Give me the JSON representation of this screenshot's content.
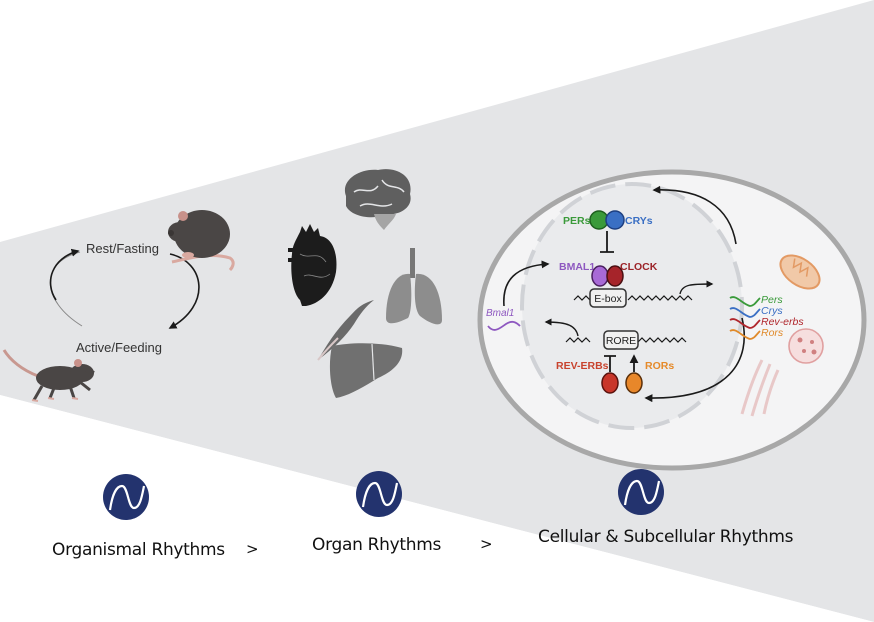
{
  "colors": {
    "cone_fill": "#e4e5e7",
    "badge_navy": "#23336e",
    "pers_green": "#3a9a3a",
    "crys_blue": "#3a6fc4",
    "bmal1_purple": "#8e58c0",
    "clock_red": "#9c2328",
    "reverbs_red": "#c8432e",
    "rors_orange": "#e58a2a",
    "mouse_gray": "#4a4645",
    "mouse_pink": "#d9a9a0"
  },
  "organismal": {
    "rest_label": "Rest/Fasting",
    "active_label": "Active/Feeding"
  },
  "organs": [
    "brain",
    "heart",
    "lungs",
    "muscle",
    "liver"
  ],
  "cell": {
    "pers_label": "PERs",
    "crys_label": "CRYs",
    "bmal1_label": "BMAL1",
    "clock_label": "CLOCK",
    "ebox_label": "E-box",
    "rore_label": "RORE",
    "reverbs_label": "REV-ERBs",
    "rors_label": "RORs",
    "bmal1_mrna_label": "Bmal1",
    "transcripts": [
      {
        "label": "Pers",
        "color": "#3a9a3a"
      },
      {
        "label": "Crys",
        "color": "#3a6fc4"
      },
      {
        "label": "Rev-erbs",
        "color": "#b0262c"
      },
      {
        "label": "Rors",
        "color": "#e08a2a"
      }
    ]
  },
  "scales": [
    {
      "label": "Organismal Rhythms",
      "icon": "wave-badge-icon"
    },
    {
      "label": "Organ Rhythms",
      "icon": "wave-badge-icon"
    },
    {
      "label": "Cellular & Subcellular Rhythms",
      "icon": "wave-badge-icon"
    }
  ],
  "separators": [
    ">",
    ">"
  ]
}
